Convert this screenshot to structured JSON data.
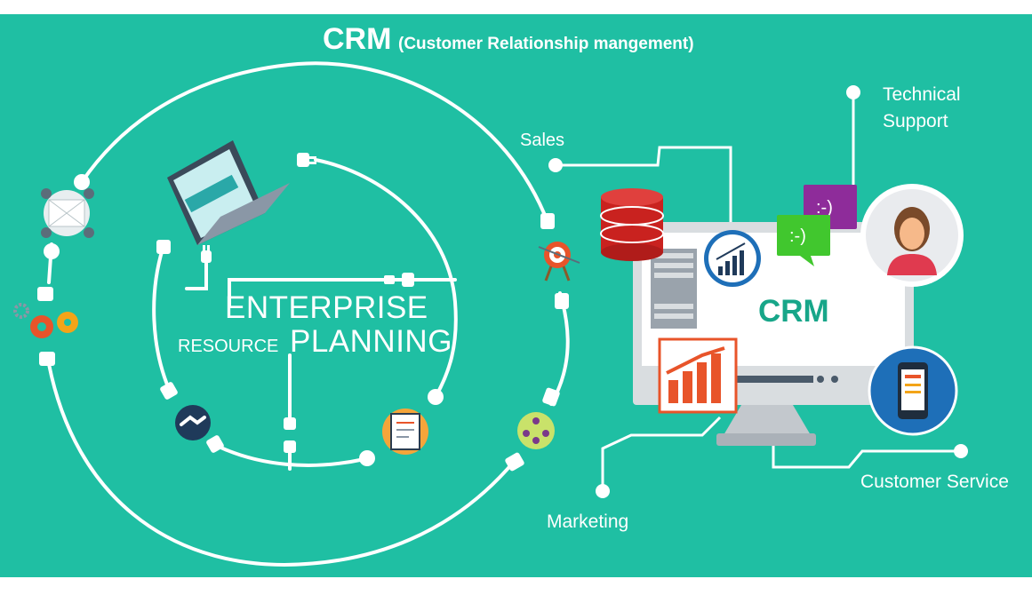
{
  "title": {
    "main": "CRM",
    "sub": "(Customer Relationship mangement)"
  },
  "erp": {
    "line1": "ENTERPRISE",
    "line2_small": "RESOURCE",
    "line2_big": "PLANNING"
  },
  "monitor": {
    "label": "CRM"
  },
  "labels": {
    "sales": "Sales",
    "technical_support_1": "Technical",
    "technical_support_2": "Support",
    "marketing": "Marketing",
    "customer_service": "Customer Service"
  },
  "chat": {
    "purple": ":-)",
    "green": ":-)"
  },
  "colors": {
    "background": "#1fbfa3",
    "line": "#ffffff",
    "crm_text": "#17a689",
    "database_red": "#c9221f",
    "chart_orange": "#e8542a",
    "chat_purple": "#8e2c9a",
    "chat_green": "#41c72e",
    "avatar_blue": "#1e6fb8"
  },
  "icons": [
    "laptop-icon",
    "meeting-table-icon",
    "gears-icon",
    "handshake-icon",
    "document-icon",
    "target-icon",
    "network-icon",
    "plug-icon",
    "database-icon",
    "growth-chart-icon",
    "bar-chart-icon",
    "chat-bubble-icon",
    "avatar-icon",
    "smartphone-icon",
    "monitor-icon"
  ]
}
